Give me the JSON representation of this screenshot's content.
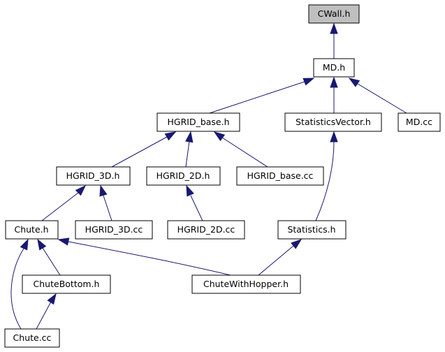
{
  "colors": {
    "edge": "#191970",
    "highlight_fill": "#bfbfbf",
    "node_fill": "#ffffff",
    "node_border": "#000000"
  },
  "nodes": {
    "cwall_h": "CWall.h",
    "md_h": "MD.h",
    "hgrid_base_h": "HGRID_base.h",
    "statisticsvector_h": "StatisticsVector.h",
    "md_cc": "MD.cc",
    "hgrid_3d_h": "HGRID_3D.h",
    "hgrid_2d_h": "HGRID_2D.h",
    "hgrid_base_cc": "HGRID_base.cc",
    "chute_h": "Chute.h",
    "hgrid_3d_cc": "HGRID_3D.cc",
    "hgrid_2d_cc": "HGRID_2D.cc",
    "statistics_h": "Statistics.h",
    "chutebottom_h": "ChuteBottom.h",
    "chutewithhopper_h": "ChuteWithHopper.h",
    "chute_cc": "Chute.cc"
  },
  "edges": [
    {
      "from": "md_h",
      "to": "cwall_h"
    },
    {
      "from": "hgrid_base_h",
      "to": "md_h"
    },
    {
      "from": "statisticsvector_h",
      "to": "md_h"
    },
    {
      "from": "md_cc",
      "to": "md_h"
    },
    {
      "from": "hgrid_3d_h",
      "to": "hgrid_base_h"
    },
    {
      "from": "hgrid_2d_h",
      "to": "hgrid_base_h"
    },
    {
      "from": "hgrid_base_cc",
      "to": "hgrid_base_h"
    },
    {
      "from": "statistics_h",
      "to": "statisticsvector_h"
    },
    {
      "from": "chute_h",
      "to": "hgrid_3d_h"
    },
    {
      "from": "hgrid_3d_cc",
      "to": "hgrid_3d_h"
    },
    {
      "from": "hgrid_2d_cc",
      "to": "hgrid_2d_h"
    },
    {
      "from": "chutebottom_h",
      "to": "chute_h"
    },
    {
      "from": "chutewithhopper_h",
      "to": "chute_h"
    },
    {
      "from": "chute_cc",
      "to": "chute_h"
    },
    {
      "from": "chutewithhopper_h",
      "to": "statistics_h"
    },
    {
      "from": "chute_cc",
      "to": "chutebottom_h"
    }
  ]
}
